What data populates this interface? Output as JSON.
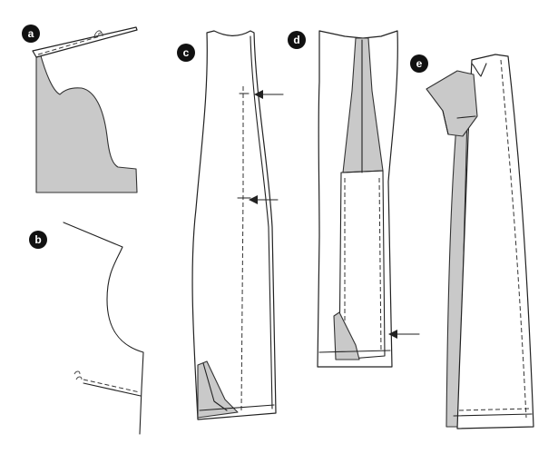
{
  "colors": {
    "shade": "#c9c9c9",
    "ink": "#222222",
    "badge": "#111111",
    "paper": "#ffffff"
  },
  "steps": [
    {
      "id": "a",
      "label": "a"
    },
    {
      "id": "b",
      "label": "b"
    },
    {
      "id": "c",
      "label": "c"
    },
    {
      "id": "d",
      "label": "d"
    },
    {
      "id": "e",
      "label": "e"
    }
  ]
}
